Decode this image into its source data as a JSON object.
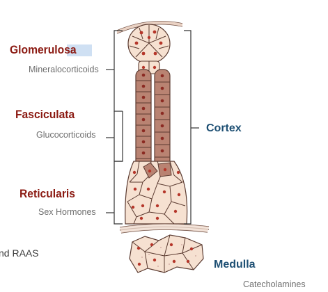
{
  "layers": {
    "glomerulosa": {
      "title": "Glomerulosa",
      "product": "Mineralocorticoids"
    },
    "fasciculata": {
      "title": "Fasciculata",
      "product": "Glucocorticoids"
    },
    "reticularis": {
      "title": "Reticularis",
      "product": "Sex Hormones"
    }
  },
  "regions": {
    "cortex": {
      "title": "Cortex"
    },
    "medulla": {
      "title": "Medulla",
      "product": "Catecholamines"
    }
  },
  "fragments": {
    "left_cut_text": "nd RAAS"
  },
  "colors": {
    "layer_title": "#8b1a12",
    "region_title": "#1d4f73",
    "cell_light": "#f6e1d1",
    "cell_pink": "#e8c0ab",
    "cell_dark": "#b98372",
    "nucleus": "#b5362a",
    "outline": "#5a3a30",
    "selection_highlight": "#cfe0f3"
  }
}
